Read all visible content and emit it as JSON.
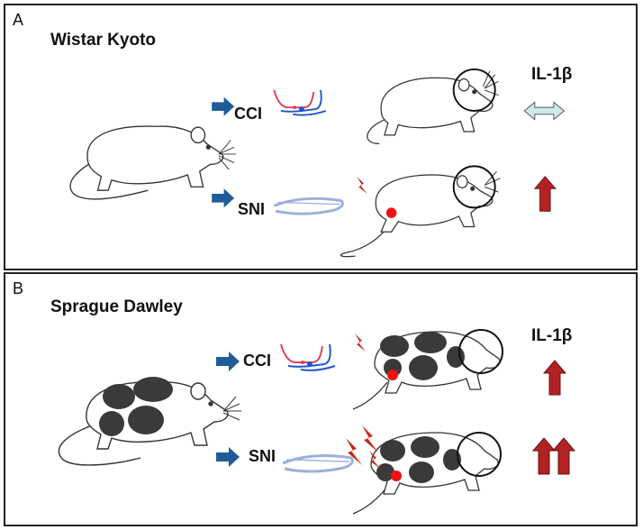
{
  "panels": [
    {
      "letter": "A",
      "strain": "Wistar Kyoto",
      "cytokine": "IL-1β",
      "rows": [
        {
          "procedure": "CCI",
          "outcome": "no-change",
          "lightning_count": 0,
          "up_arrows": 0
        },
        {
          "procedure": "SNI",
          "outcome": "increase",
          "lightning_count": 1,
          "up_arrows": 1
        }
      ]
    },
    {
      "letter": "B",
      "strain": "Sprague Dawley",
      "cytokine": "IL-1β",
      "rows": [
        {
          "procedure": "CCI",
          "outcome": "increase",
          "lightning_count": 1,
          "up_arrows": 1
        },
        {
          "procedure": "SNI",
          "outcome": "large-increase",
          "lightning_count": 3,
          "up_arrows": 2
        }
      ]
    }
  ],
  "colors": {
    "procedure_arrow": "#1f5c99",
    "increase_arrow": "#b22222",
    "no_change_arrow": "#cfe8ec",
    "lightning": "#c8261b",
    "injury_dot": "#ee1111",
    "spot": "#3a3a3a",
    "suture_red": "#e0405a",
    "suture_blue": "#2255cc",
    "nerve_blue": "#9ab0dd"
  }
}
